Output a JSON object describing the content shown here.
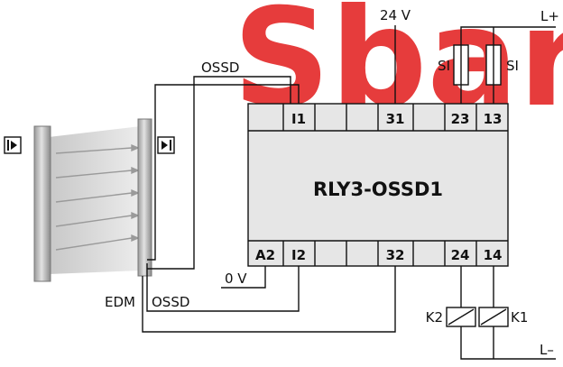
{
  "watermark": {
    "text": "Sbar",
    "color": "#e63c3c"
  },
  "module": {
    "name": "RLY3-OSSD1",
    "fill": "#e6e6e6",
    "top_terminals": [
      "I1",
      "31",
      "23",
      "13"
    ],
    "bottom_terminals": [
      "A2",
      "I2",
      "32",
      "24",
      "14"
    ]
  },
  "labels": {
    "supply_24v": "24 V",
    "l_plus": "L+",
    "l_minus": "L–",
    "zero_v": "0 V",
    "ossd_top": "OSSD",
    "ossd_bottom": "OSSD",
    "edm": "EDM",
    "fuse_left": "SI",
    "fuse_right": "SI",
    "relay_k1": "K1",
    "relay_k2": "K2"
  },
  "icons": {
    "sender": "light-curtain-sender-icon",
    "receiver": "light-curtain-receiver-icon"
  }
}
